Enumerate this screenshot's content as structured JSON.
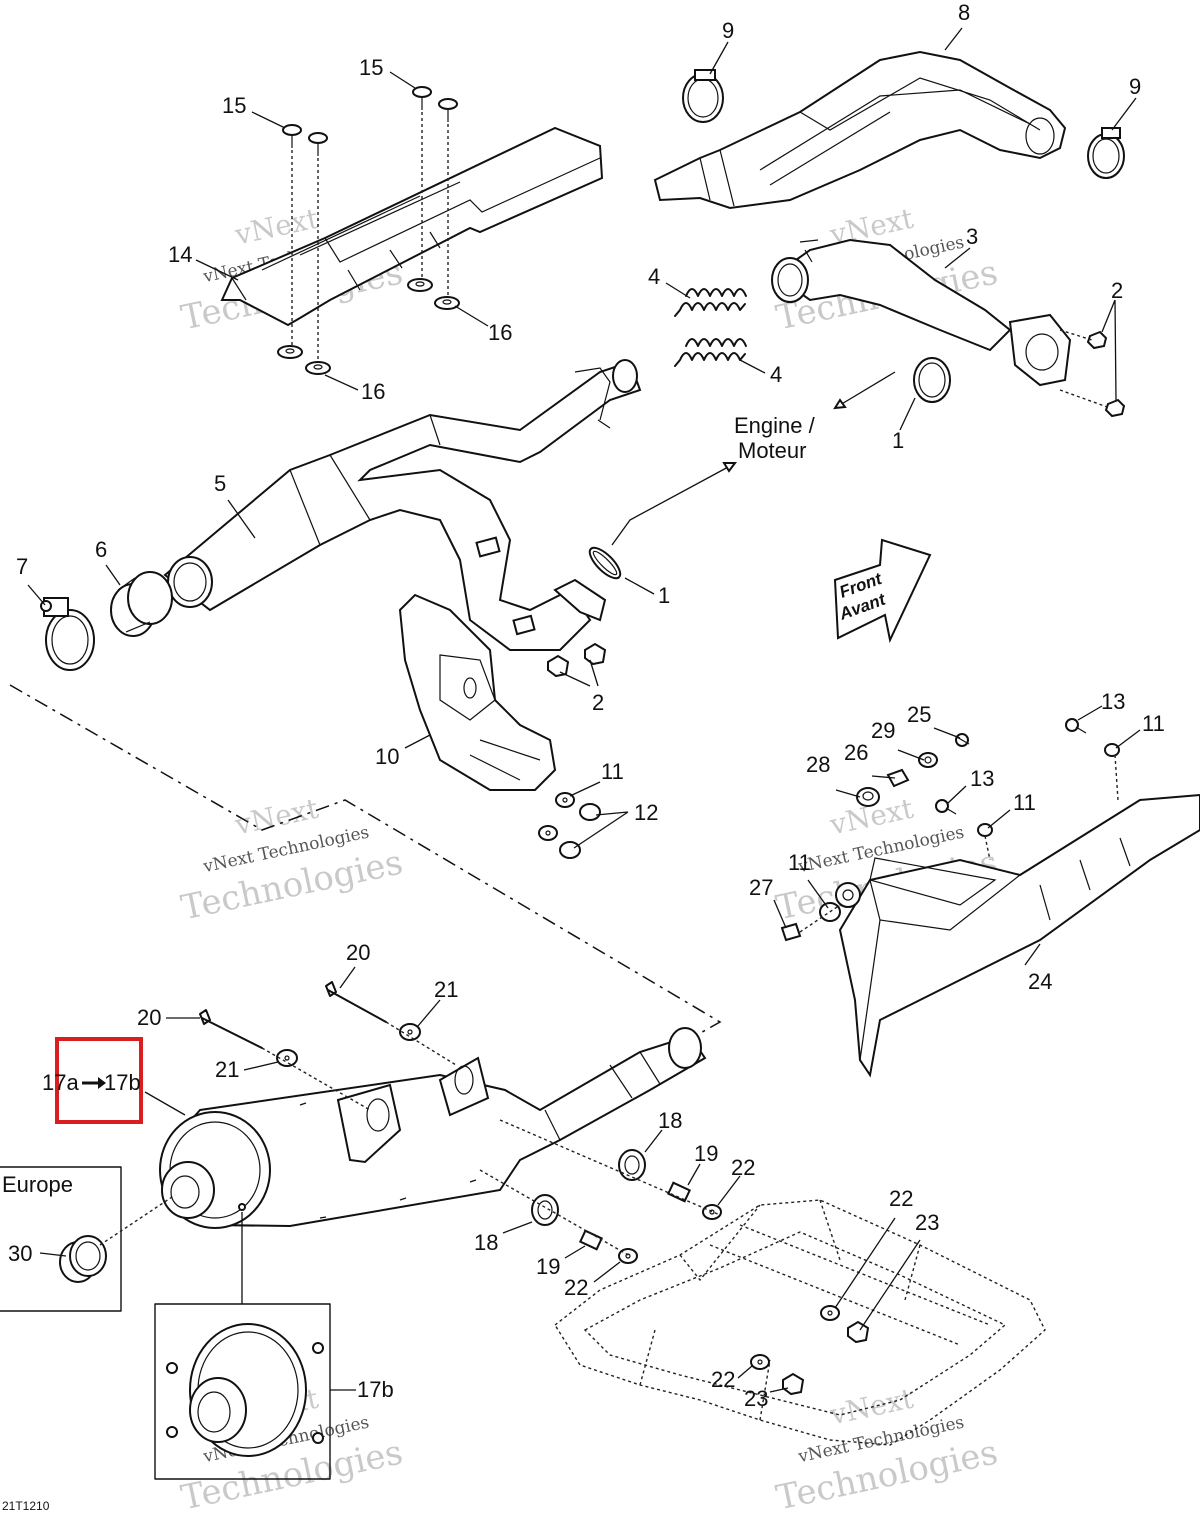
{
  "callouts": [
    {
      "id": "c15a",
      "text": "15"
    },
    {
      "id": "c15b",
      "text": "15"
    },
    {
      "id": "c14",
      "text": "14"
    },
    {
      "id": "c16a",
      "text": "16"
    },
    {
      "id": "c16b",
      "text": "16"
    },
    {
      "id": "c9a",
      "text": "9"
    },
    {
      "id": "c8",
      "text": "8"
    },
    {
      "id": "c9b",
      "text": "9"
    },
    {
      "id": "c3",
      "text": "3"
    },
    {
      "id": "c2a",
      "text": "2"
    },
    {
      "id": "c4a",
      "text": "4"
    },
    {
      "id": "c4b",
      "text": "4"
    },
    {
      "id": "c1a",
      "text": "1"
    },
    {
      "id": "c5",
      "text": "5"
    },
    {
      "id": "c6",
      "text": "6"
    },
    {
      "id": "c7",
      "text": "7"
    },
    {
      "id": "c1b",
      "text": "1"
    },
    {
      "id": "c2b",
      "text": "2"
    },
    {
      "id": "c10",
      "text": "10"
    },
    {
      "id": "c11a",
      "text": "11"
    },
    {
      "id": "c12",
      "text": "12"
    },
    {
      "id": "c13a",
      "text": "13"
    },
    {
      "id": "c11b",
      "text": "11"
    },
    {
      "id": "c25",
      "text": "25"
    },
    {
      "id": "c29",
      "text": "29"
    },
    {
      "id": "c26",
      "text": "26"
    },
    {
      "id": "c28",
      "text": "28"
    },
    {
      "id": "c13b",
      "text": "13"
    },
    {
      "id": "c11c",
      "text": "11"
    },
    {
      "id": "c11d",
      "text": "11"
    },
    {
      "id": "c27",
      "text": "27"
    },
    {
      "id": "c24",
      "text": "24"
    },
    {
      "id": "c20a",
      "text": "20"
    },
    {
      "id": "c20b",
      "text": "20"
    },
    {
      "id": "c21a",
      "text": "21"
    },
    {
      "id": "c21b",
      "text": "21"
    },
    {
      "id": "c18a",
      "text": "18"
    },
    {
      "id": "c19a",
      "text": "19"
    },
    {
      "id": "c22a",
      "text": "22"
    },
    {
      "id": "c18b",
      "text": "18"
    },
    {
      "id": "c19b",
      "text": "19"
    },
    {
      "id": "c22b",
      "text": "22"
    },
    {
      "id": "c22c",
      "text": "22"
    },
    {
      "id": "c23a",
      "text": "23"
    },
    {
      "id": "c22d",
      "text": "22"
    },
    {
      "id": "c23b",
      "text": "23"
    },
    {
      "id": "c30",
      "text": "30"
    },
    {
      "id": "c17b",
      "text": "17b"
    }
  ],
  "labels": {
    "engine_line1": "Engine /",
    "engine_line2": "Moteur",
    "front_line1": "Front",
    "front_line2": "Avant",
    "europe": "Europe",
    "variant_from": "17a",
    "variant_to": "17b",
    "figure_code": "21T1210"
  },
  "watermark": {
    "line1": "vNext",
    "line2": "vNext Technologies",
    "line3": "Technologies"
  },
  "colors": {
    "line": "#111111",
    "highlight": "#d81e1e",
    "watermark": "#b8b8b8"
  }
}
